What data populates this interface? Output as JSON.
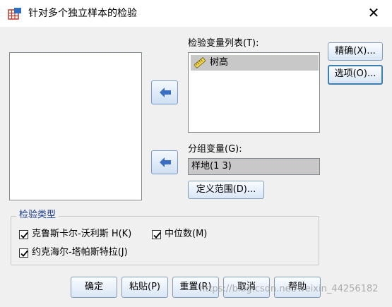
{
  "window": {
    "title": "针对多个独立样本的检验",
    "close_glyph": "✕"
  },
  "test_variables": {
    "label": "检验变量列表(T):",
    "items": [
      {
        "label": "树高",
        "icon": "ruler-icon",
        "selected": true
      }
    ]
  },
  "grouping_variable": {
    "label": "分组变量(G):",
    "value": "样地(1 3)",
    "define_range_label": "定义范围(D)..."
  },
  "side_buttons": {
    "exact_label": "精确(X)...",
    "options_label": "选项(O)..."
  },
  "test_type": {
    "legend": "检验类型",
    "options": [
      {
        "label": "克鲁斯卡尔-沃利斯 H(K)",
        "checked": true
      },
      {
        "label": "中位数(M)",
        "checked": true
      },
      {
        "label": "约克海尔-塔帕斯特拉(J)",
        "checked": true
      }
    ]
  },
  "footer_buttons": {
    "ok": "确定",
    "paste": "粘贴(P)",
    "reset": "重置(R)",
    "cancel": "取消",
    "help": "帮助"
  },
  "watermark": "https://blog.csdn.net/weixin_44256182",
  "colors": {
    "accent_blue": "#3c7fb1",
    "arrow_blue": "#3a6fc4",
    "selection_gray": "#c8c8c8",
    "groupbox_title": "#1a3a8c"
  }
}
